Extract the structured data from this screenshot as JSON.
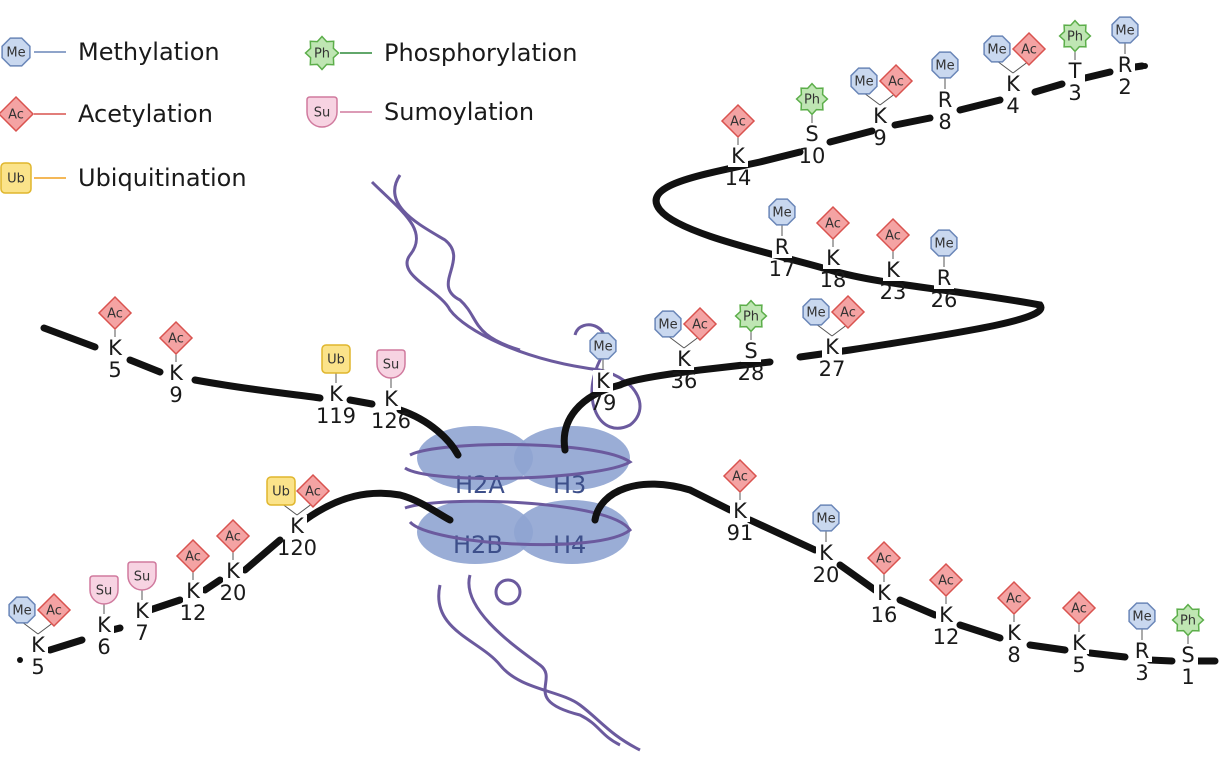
{
  "legend": [
    {
      "abbr": "Me",
      "label": "Methylation",
      "shape": "octagon",
      "fill": "#c9d8ef",
      "stroke": "#6a86b8",
      "line": "#6a86b8"
    },
    {
      "abbr": "Ac",
      "label": "Acetylation",
      "shape": "diamond",
      "fill": "#f4a3a3",
      "stroke": "#d9534f",
      "line": "#d9534f"
    },
    {
      "abbr": "Ub",
      "label": "Ubiquitination",
      "shape": "rounded",
      "fill": "#fbe38a",
      "stroke": "#e0b62d",
      "line": "#f0a020"
    },
    {
      "abbr": "Ph",
      "label": "Phosphorylation",
      "shape": "star",
      "fill": "#bfe6b3",
      "stroke": "#5cae4a",
      "line": "#2f8a3a"
    },
    {
      "abbr": "Su",
      "label": "Sumoylation",
      "shape": "drop",
      "fill": "#f7d3e2",
      "stroke": "#d07a9e",
      "line": "#d07a9e"
    }
  ],
  "histones": [
    "H2A",
    "H3",
    "H2B",
    "H4"
  ],
  "h3_tail": [
    {
      "res": "R",
      "num": "2",
      "marks": [
        "Me"
      ]
    },
    {
      "res": "T",
      "num": "3",
      "marks": [
        "Ph"
      ]
    },
    {
      "res": "K",
      "num": "4",
      "marks": [
        "Me",
        "Ac"
      ]
    },
    {
      "res": "R",
      "num": "8",
      "marks": [
        "Me"
      ]
    },
    {
      "res": "K",
      "num": "9",
      "marks": [
        "Me",
        "Ac"
      ]
    },
    {
      "res": "S",
      "num": "10",
      "marks": [
        "Ph"
      ]
    },
    {
      "res": "K",
      "num": "14",
      "marks": [
        "Ac"
      ]
    },
    {
      "res": "R",
      "num": "17",
      "marks": [
        "Me"
      ]
    },
    {
      "res": "K",
      "num": "18",
      "marks": [
        "Ac"
      ]
    },
    {
      "res": "K",
      "num": "23",
      "marks": [
        "Ac"
      ]
    },
    {
      "res": "R",
      "num": "26",
      "marks": [
        "Me"
      ]
    },
    {
      "res": "K",
      "num": "27",
      "marks": [
        "Me",
        "Ac"
      ]
    },
    {
      "res": "S",
      "num": "28",
      "marks": [
        "Ph"
      ]
    },
    {
      "res": "K",
      "num": "36",
      "marks": [
        "Me",
        "Ac"
      ]
    },
    {
      "res": "K",
      "num": "79",
      "marks": [
        "Me"
      ]
    }
  ],
  "h2a_tail": [
    {
      "res": "K",
      "num": "5",
      "marks": [
        "Ac"
      ]
    },
    {
      "res": "K",
      "num": "9",
      "marks": [
        "Ac"
      ]
    },
    {
      "res": "K",
      "num": "119",
      "marks": [
        "Ub"
      ]
    },
    {
      "res": "K",
      "num": "126",
      "marks": [
        "Su"
      ]
    }
  ],
  "h2b_tail": [
    {
      "res": "K",
      "num": "5",
      "marks": [
        "Me",
        "Ac"
      ]
    },
    {
      "res": "K",
      "num": "6",
      "marks": [
        "Su"
      ]
    },
    {
      "res": "K",
      "num": "7",
      "marks": [
        "Su"
      ]
    },
    {
      "res": "K",
      "num": "12",
      "marks": [
        "Ac"
      ]
    },
    {
      "res": "K",
      "num": "20",
      "marks": [
        "Ac"
      ]
    },
    {
      "res": "K",
      "num": "120",
      "marks": [
        "Ub",
        "Ac"
      ]
    }
  ],
  "h4_tail": [
    {
      "res": "K",
      "num": "91",
      "marks": [
        "Ac"
      ]
    },
    {
      "res": "K",
      "num": "20",
      "marks": [
        "Me"
      ]
    },
    {
      "res": "K",
      "num": "16",
      "marks": [
        "Ac"
      ]
    },
    {
      "res": "K",
      "num": "12",
      "marks": [
        "Ac"
      ]
    },
    {
      "res": "K",
      "num": "8",
      "marks": [
        "Ac"
      ]
    },
    {
      "res": "K",
      "num": "5",
      "marks": [
        "Ac"
      ]
    },
    {
      "res": "R",
      "num": "3",
      "marks": [
        "Me"
      ]
    },
    {
      "res": "S",
      "num": "1",
      "marks": [
        "Ph"
      ]
    }
  ]
}
